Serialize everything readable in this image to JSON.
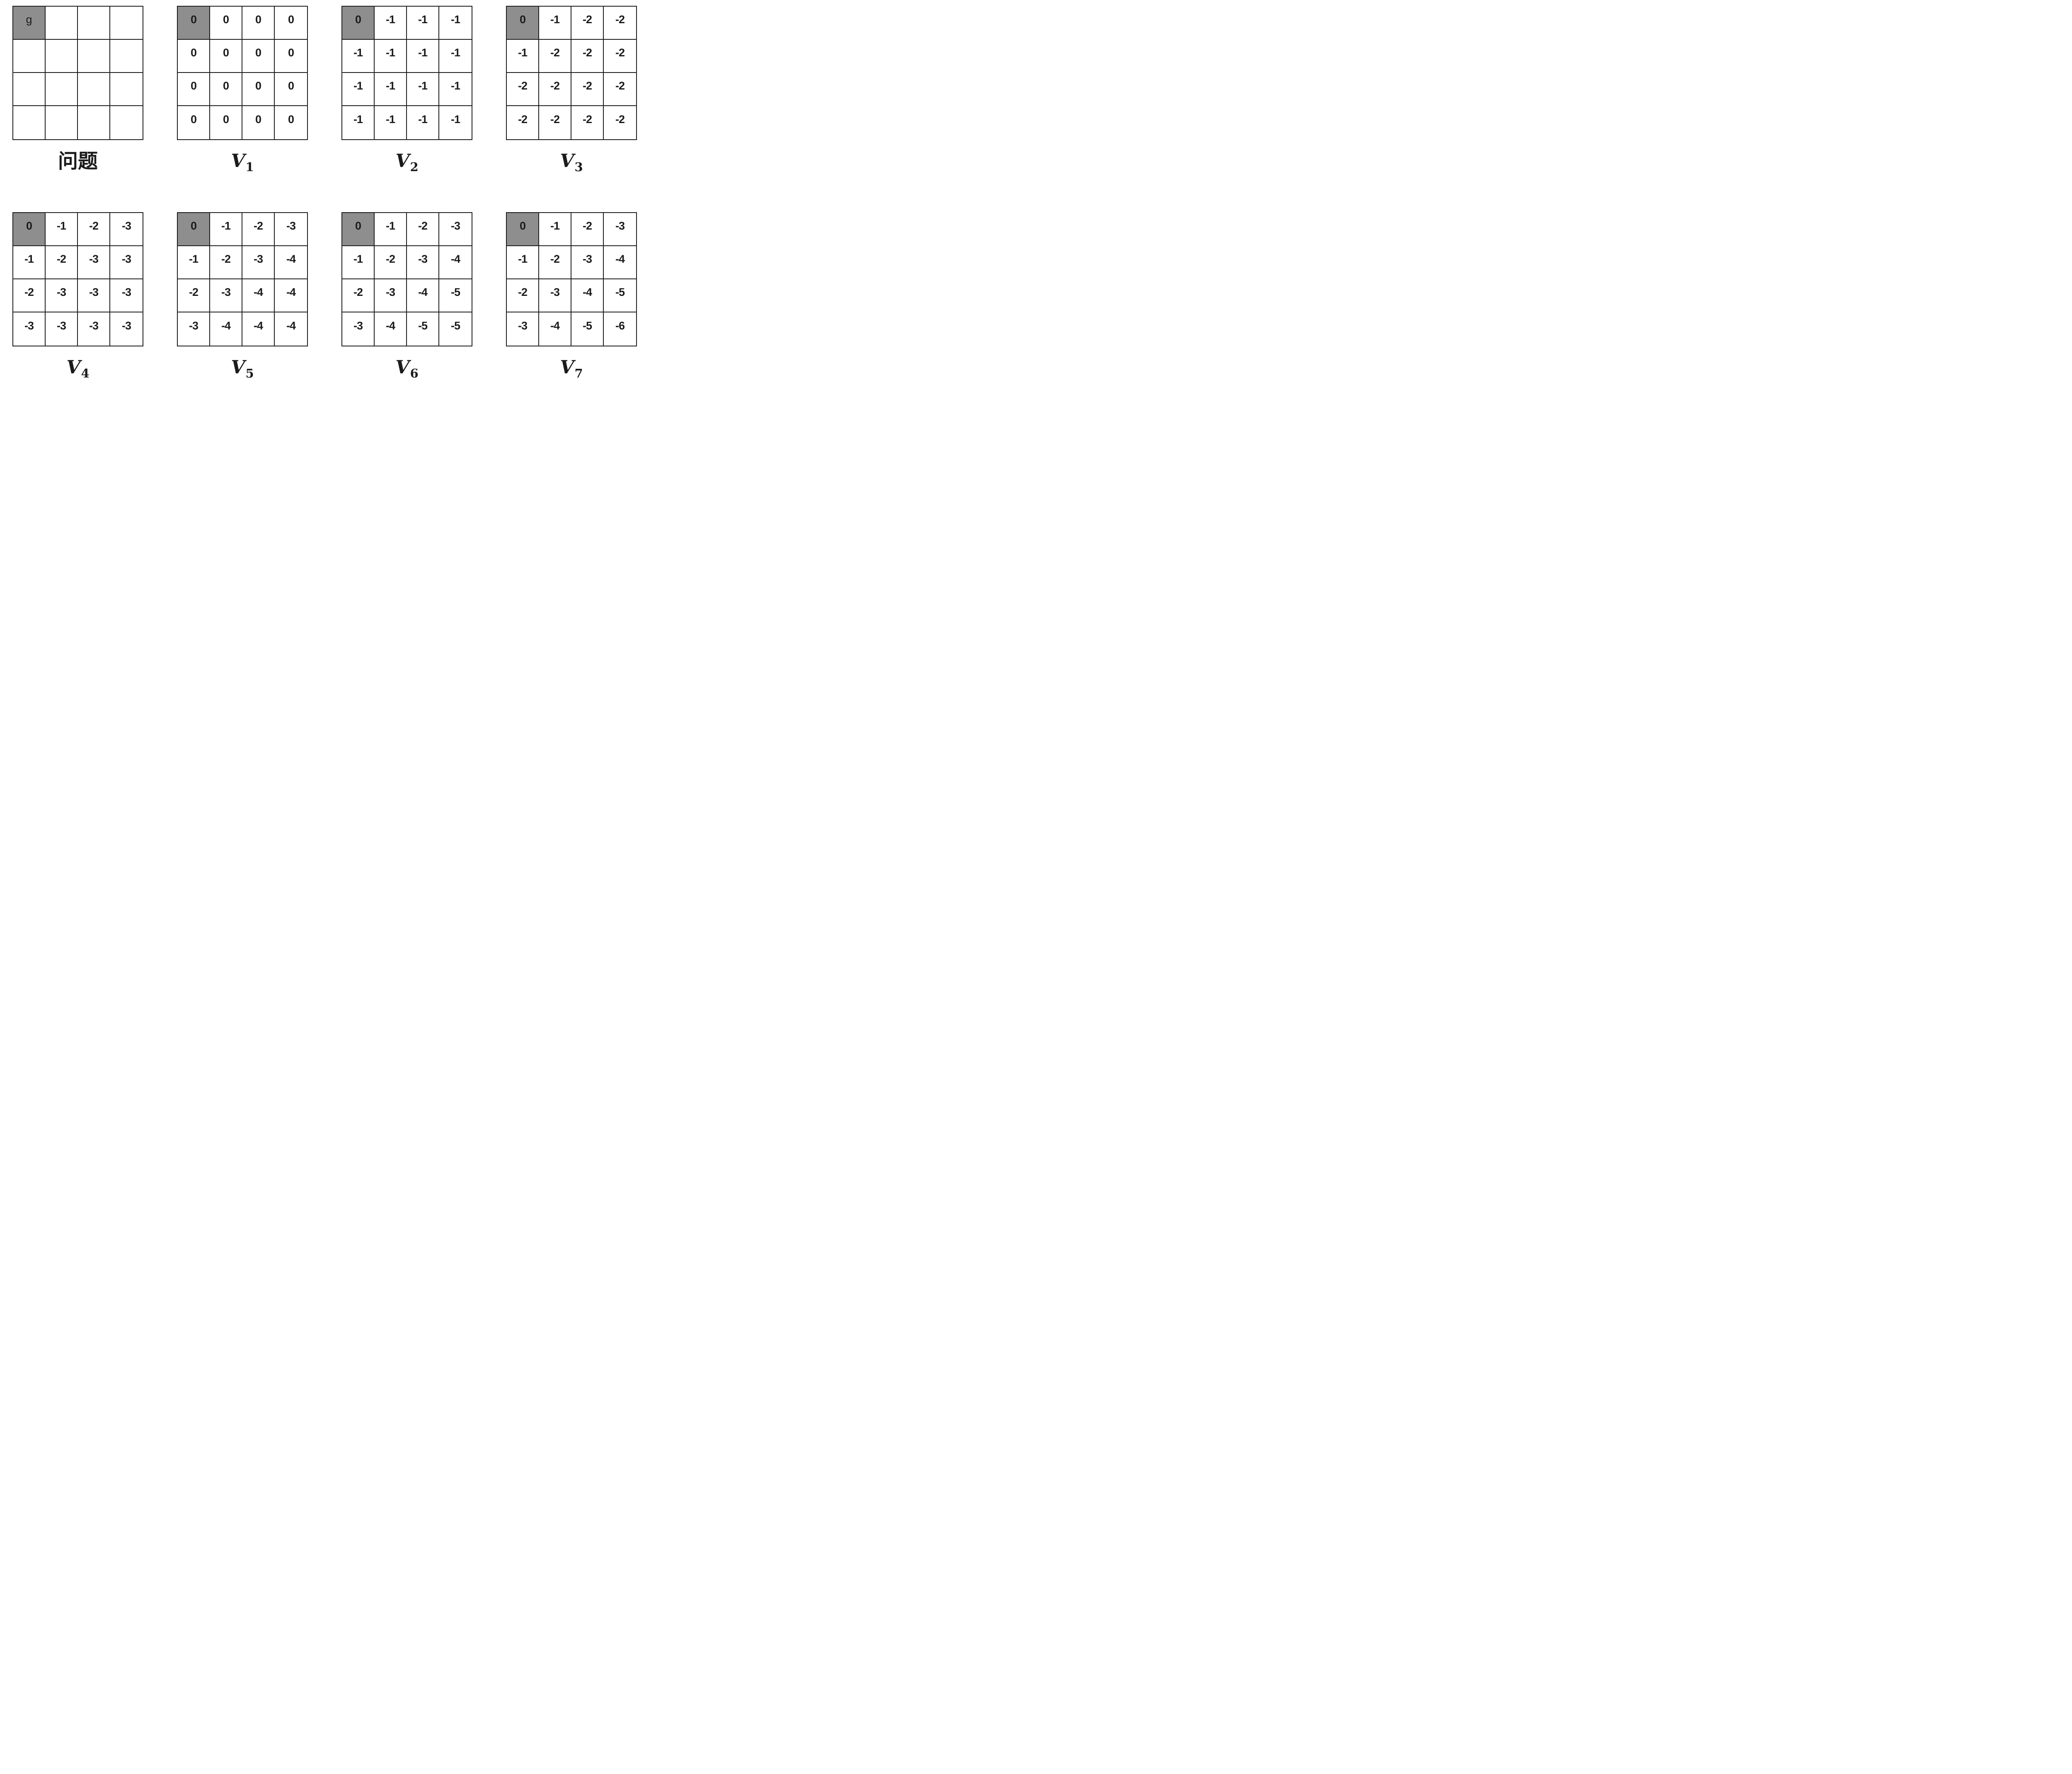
{
  "figure": {
    "background": "#ffffff",
    "grid_rows": 4,
    "grid_cols": 4,
    "goal_row": 0,
    "goal_col": 0,
    "colors": {
      "goal_cell": "#8e8e8e",
      "cell": "#ffffff",
      "line": "#1b1b1b",
      "text": "#1b1b1b"
    },
    "panels": [
      {
        "key": "problem",
        "caption": "问题",
        "caption_style": "cjk",
        "cells": [
          [
            "g",
            "",
            "",
            ""
          ],
          [
            "",
            "",
            "",
            ""
          ],
          [
            "",
            "",
            "",
            ""
          ],
          [
            "",
            "",
            "",
            ""
          ]
        ]
      },
      {
        "key": "v1",
        "caption_base": "V",
        "caption_sub": "1",
        "caption_style": "math",
        "cells": [
          [
            "0",
            "0",
            "0",
            "0"
          ],
          [
            "0",
            "0",
            "0",
            "0"
          ],
          [
            "0",
            "0",
            "0",
            "0"
          ],
          [
            "0",
            "0",
            "0",
            "0"
          ]
        ]
      },
      {
        "key": "v2",
        "caption_base": "V",
        "caption_sub": "2",
        "caption_style": "math",
        "cells": [
          [
            "0",
            "-1",
            "-1",
            "-1"
          ],
          [
            "-1",
            "-1",
            "-1",
            "-1"
          ],
          [
            "-1",
            "-1",
            "-1",
            "-1"
          ],
          [
            "-1",
            "-1",
            "-1",
            "-1"
          ]
        ]
      },
      {
        "key": "v3",
        "caption_base": "V",
        "caption_sub": "3",
        "caption_style": "math",
        "cells": [
          [
            "0",
            "-1",
            "-2",
            "-2"
          ],
          [
            "-1",
            "-2",
            "-2",
            "-2"
          ],
          [
            "-2",
            "-2",
            "-2",
            "-2"
          ],
          [
            "-2",
            "-2",
            "-2",
            "-2"
          ]
        ]
      },
      {
        "key": "v4",
        "caption_base": "V",
        "caption_sub": "4",
        "caption_style": "math",
        "cells": [
          [
            "0",
            "-1",
            "-2",
            "-3"
          ],
          [
            "-1",
            "-2",
            "-3",
            "-3"
          ],
          [
            "-2",
            "-3",
            "-3",
            "-3"
          ],
          [
            "-3",
            "-3",
            "-3",
            "-3"
          ]
        ]
      },
      {
        "key": "v5",
        "caption_base": "V",
        "caption_sub": "5",
        "caption_style": "math",
        "cells": [
          [
            "0",
            "-1",
            "-2",
            "-3"
          ],
          [
            "-1",
            "-2",
            "-3",
            "-4"
          ],
          [
            "-2",
            "-3",
            "-4",
            "-4"
          ],
          [
            "-3",
            "-4",
            "-4",
            "-4"
          ]
        ]
      },
      {
        "key": "v6",
        "caption_base": "V",
        "caption_sub": "6",
        "caption_style": "math",
        "cells": [
          [
            "0",
            "-1",
            "-2",
            "-3"
          ],
          [
            "-1",
            "-2",
            "-3",
            "-4"
          ],
          [
            "-2",
            "-3",
            "-4",
            "-5"
          ],
          [
            "-3",
            "-4",
            "-5",
            "-5"
          ]
        ]
      },
      {
        "key": "v7",
        "caption_base": "V",
        "caption_sub": "7",
        "caption_style": "math",
        "cells": [
          [
            "0",
            "-1",
            "-2",
            "-3"
          ],
          [
            "-1",
            "-2",
            "-3",
            "-4"
          ],
          [
            "-2",
            "-3",
            "-4",
            "-5"
          ],
          [
            "-3",
            "-4",
            "-5",
            "-6"
          ]
        ]
      }
    ]
  }
}
